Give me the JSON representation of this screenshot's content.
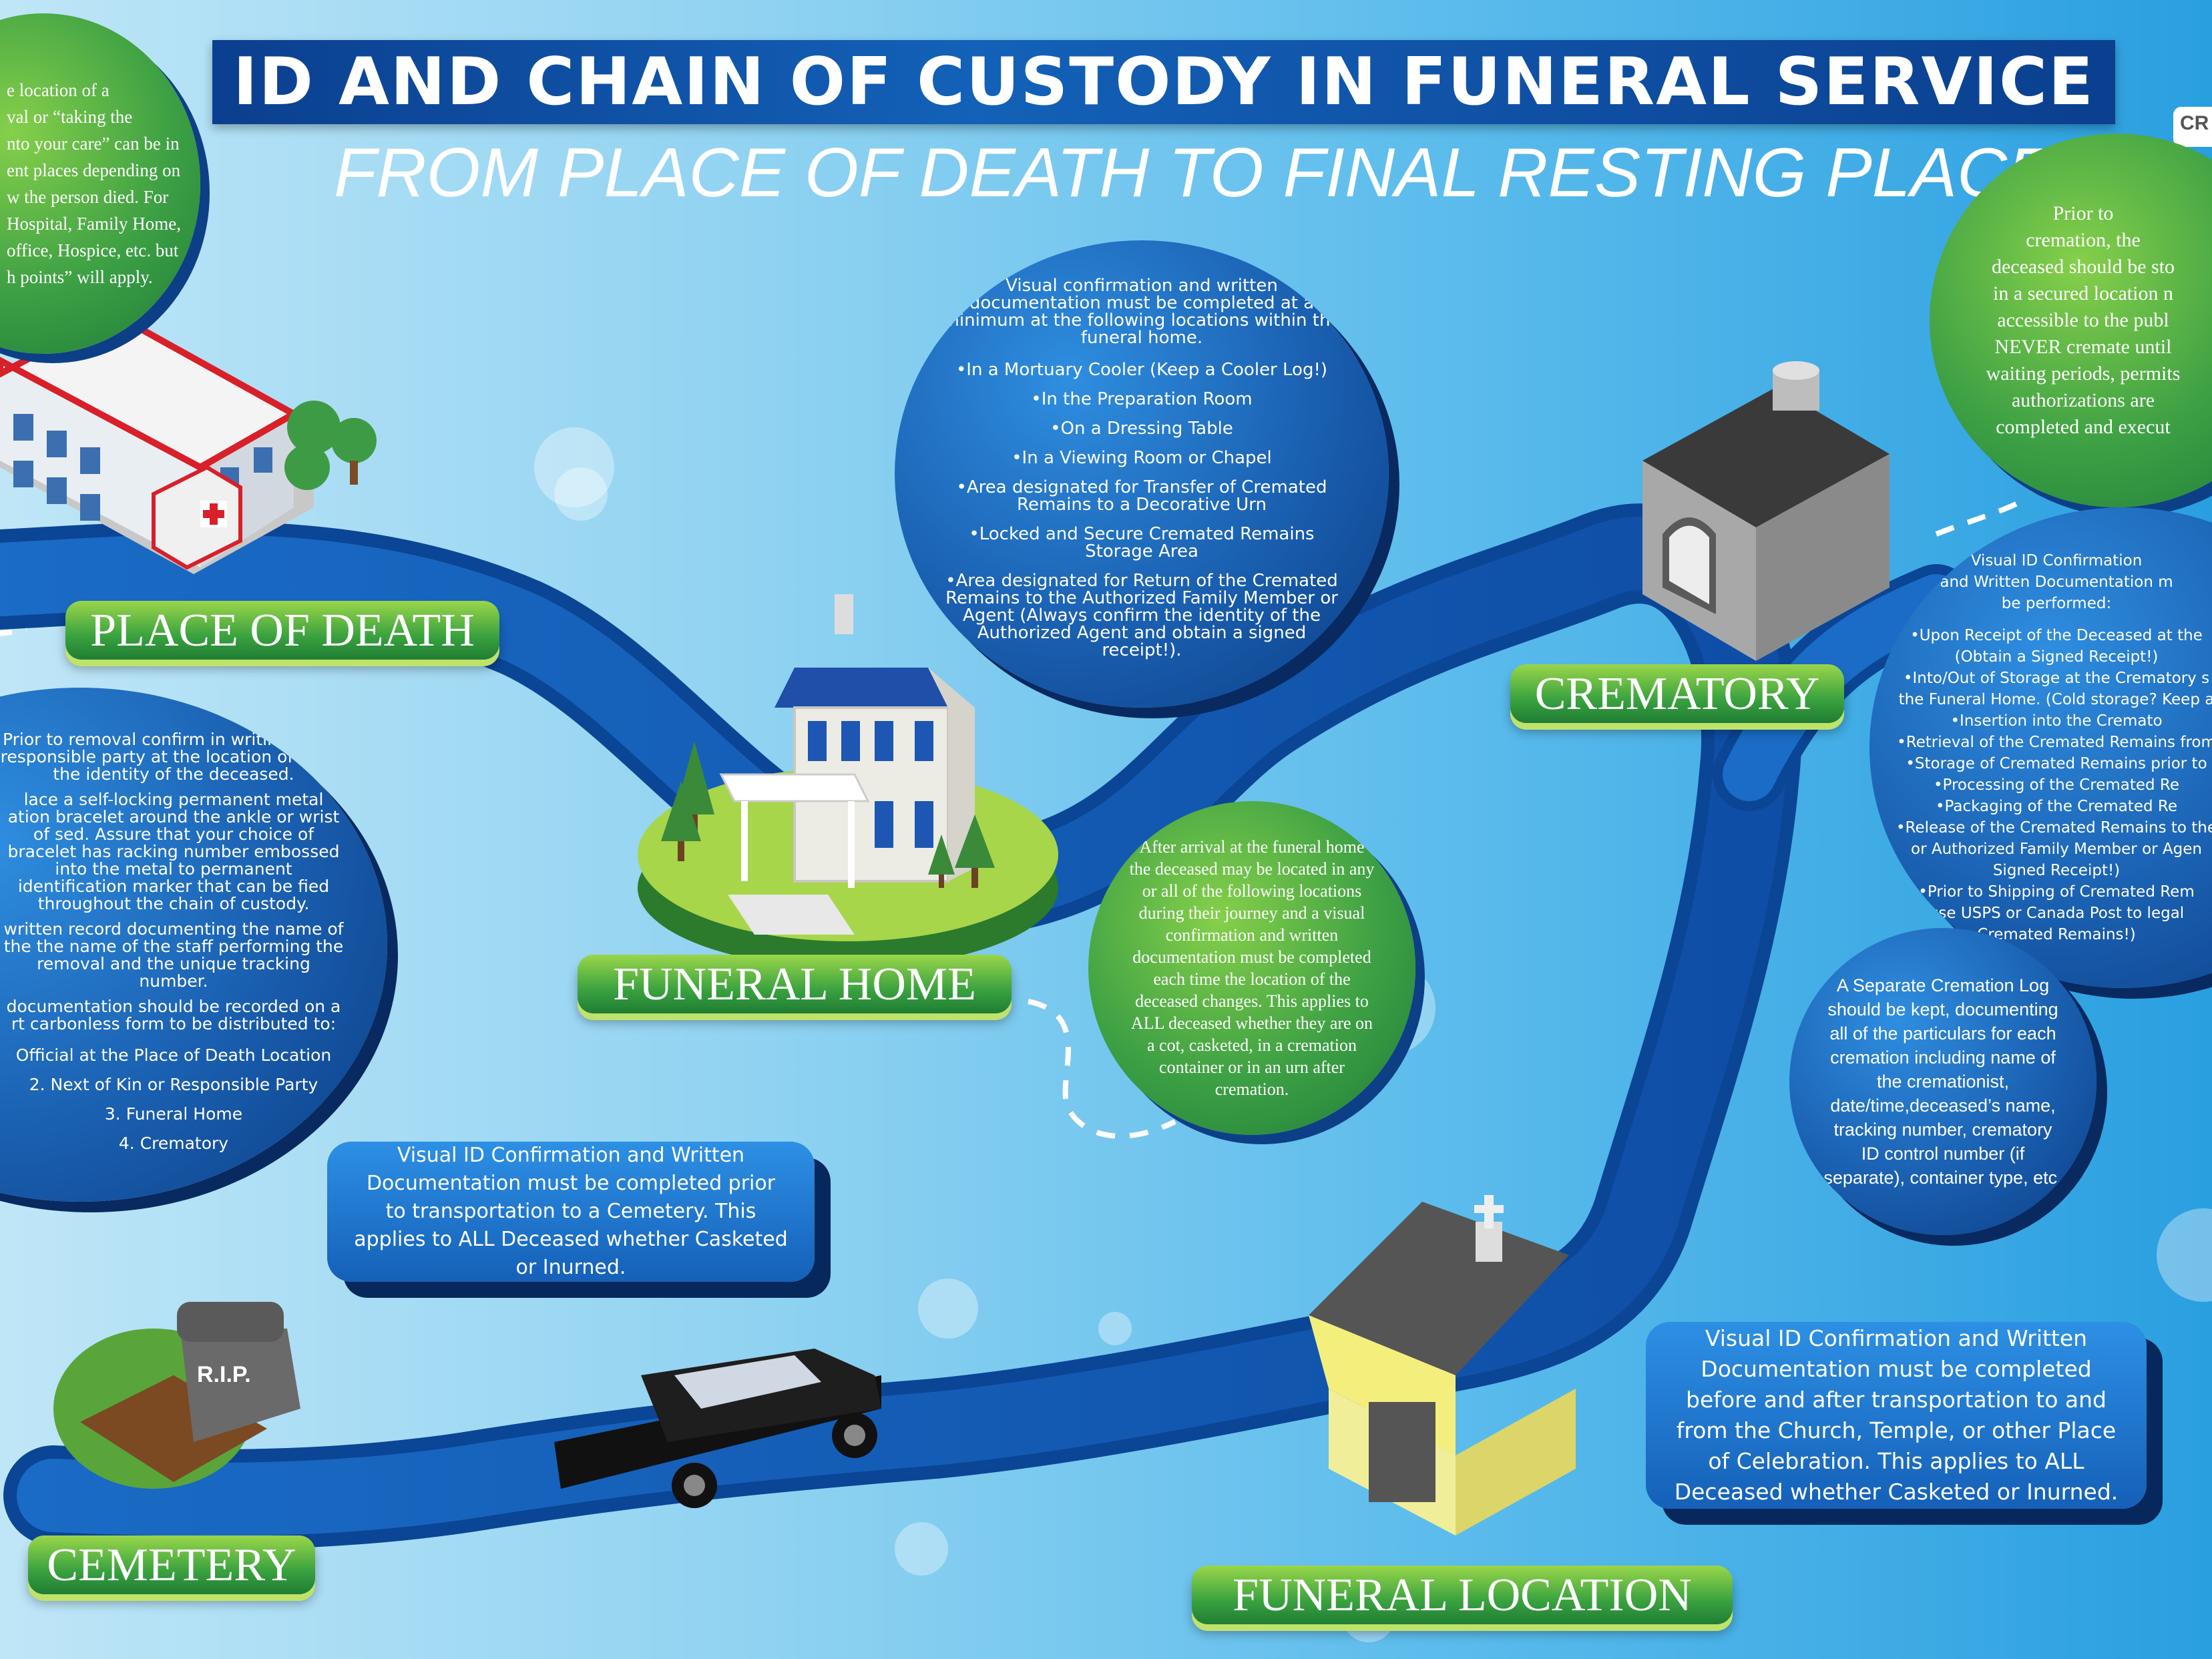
{
  "header": {
    "title": "ID AND CHAIN OF CUSTODY IN FUNERAL SERVICE",
    "subtitle": "FROM PLACE OF DEATH TO FINAL RESTING PLACE",
    "logo_text": "CR"
  },
  "labels": {
    "place_of_death": "PLACE OF DEATH",
    "funeral_home": "FUNERAL HOME",
    "crematory": "CREMATORY",
    "cemetery": "CEMETERY",
    "funeral_location": "FUNERAL LOCATION"
  },
  "icons": {
    "hospital": "hospital-building-icon",
    "house": "funeral-home-house-icon",
    "crematory": "crematory-oven-icon",
    "grave": "rip-gravestone-icon",
    "hearse": "hearse-car-icon",
    "chapel": "chapel-building-icon"
  },
  "circles": {
    "top_left": [
      "e location of a",
      "val or “taking the",
      "nto your care” can be in",
      "ent places depending on",
      "w the person died. For",
      "Hospital, Family Home,",
      "office, Hospice, etc. but",
      "h points” will apply."
    ],
    "left_middle": {
      "intro": "Prior to removal confirm in writing with a responsible party at the location of death the identity of the deceased.",
      "para2": "lace a self-locking permanent metal ation bracelet around the ankle or wrist of sed. Assure that your choice of bracelet has racking number embossed into the metal to permanent identification marker that can be fied throughout the chain of custody.",
      "para3": "written record documenting the name of the the name of the staff performing the removal and the unique tracking number.",
      "para4": "documentation should be recorded on a rt carbonless form to be distributed to:",
      "list": [
        "Official at the Place of Death Location",
        "2. Next of Kin or Responsible Party",
        "3. Funeral Home",
        "4. Crematory"
      ]
    },
    "funeral_home_locations": {
      "intro": "Visual confirmation and written documentation must be completed at a minimum at the following locations within the funeral home.",
      "items": [
        "•In a Mortuary Cooler (Keep a Cooler Log!)",
        "•In the Preparation Room",
        "•On a Dressing Table",
        "•In a Viewing Room or Chapel",
        "•Area designated for Transfer of Cremated Remains to a Decorative Urn",
        "•Locked and Secure Cremated Remains Storage Area",
        "•Area designated for Return of the Cremated Remains to the Authorized Family Member or Agent (Always confirm the identity of the Authorized Agent and obtain a signed receipt!)."
      ]
    },
    "after_arrival": "After arrival at the funeral home the deceased may be located in any or all of the following locations during their journey and a visual confirmation and written documentation must be completed each time the location of the deceased changes. This applies to ALL deceased whether they are on a cot, casketed, in a cremation container or in an urn after cremation.",
    "prior_cremation": [
      "Prior to",
      "cremation, the",
      "deceased should be sto",
      "in a secured location n",
      "accessible to the publ",
      "NEVER cremate until",
      "waiting periods, permits",
      "authorizations are",
      "completed and execut"
    ],
    "crematory_list": {
      "intro": [
        "Visual ID Confirmation",
        "and Written Documentation m",
        "be performed:"
      ],
      "items": [
        "•Upon Receipt of the Deceased at the",
        "(Obtain a Signed Receipt!)",
        "•Into/Out of Storage at the Crematory s",
        "the Funeral Home. (Cold storage? Keep a",
        "•Insertion into the Cremato",
        "•Retrieval of the Cremated Remains from",
        "•Storage of Cremated Remains prior to",
        "•Processing of the Cremated Re",
        "•Packaging of the Cremated Re",
        "•Release of the Cremated Remains to the",
        "or Authorized Family Member or Agen",
        "Signed Receipt!)",
        "•Prior to Shipping of Cremated Rem",
        "use USPS or Canada Post to legal",
        "Cremated Remains!)"
      ]
    },
    "cremation_log": "A Separate Cremation Log should be kept, documenting all of the particulars for each cremation including name of the cremationist, date/time,deceased’s name, tracking number, crematory ID control number (if separate), container type, etc."
  },
  "boxes": {
    "cemetery_box": "Visual ID Confirmation and Written Documentation must be completed prior to transportation to a Cemetery. This applies to ALL Deceased whether Casketed or Inurned.",
    "funeral_location_box": "Visual ID Confirmation and Written Documentation must be completed before and after transportation to and from the Church, Temple, or other Place of Celebration. This applies to ALL Deceased whether Casketed or Inurned."
  },
  "colors": {
    "background_left": "#bfe6f7",
    "background_right": "#2a9fe0",
    "path_blue": "#1565c0",
    "label_green": "#3aa23f",
    "title_blue": "#0b3f8f"
  }
}
